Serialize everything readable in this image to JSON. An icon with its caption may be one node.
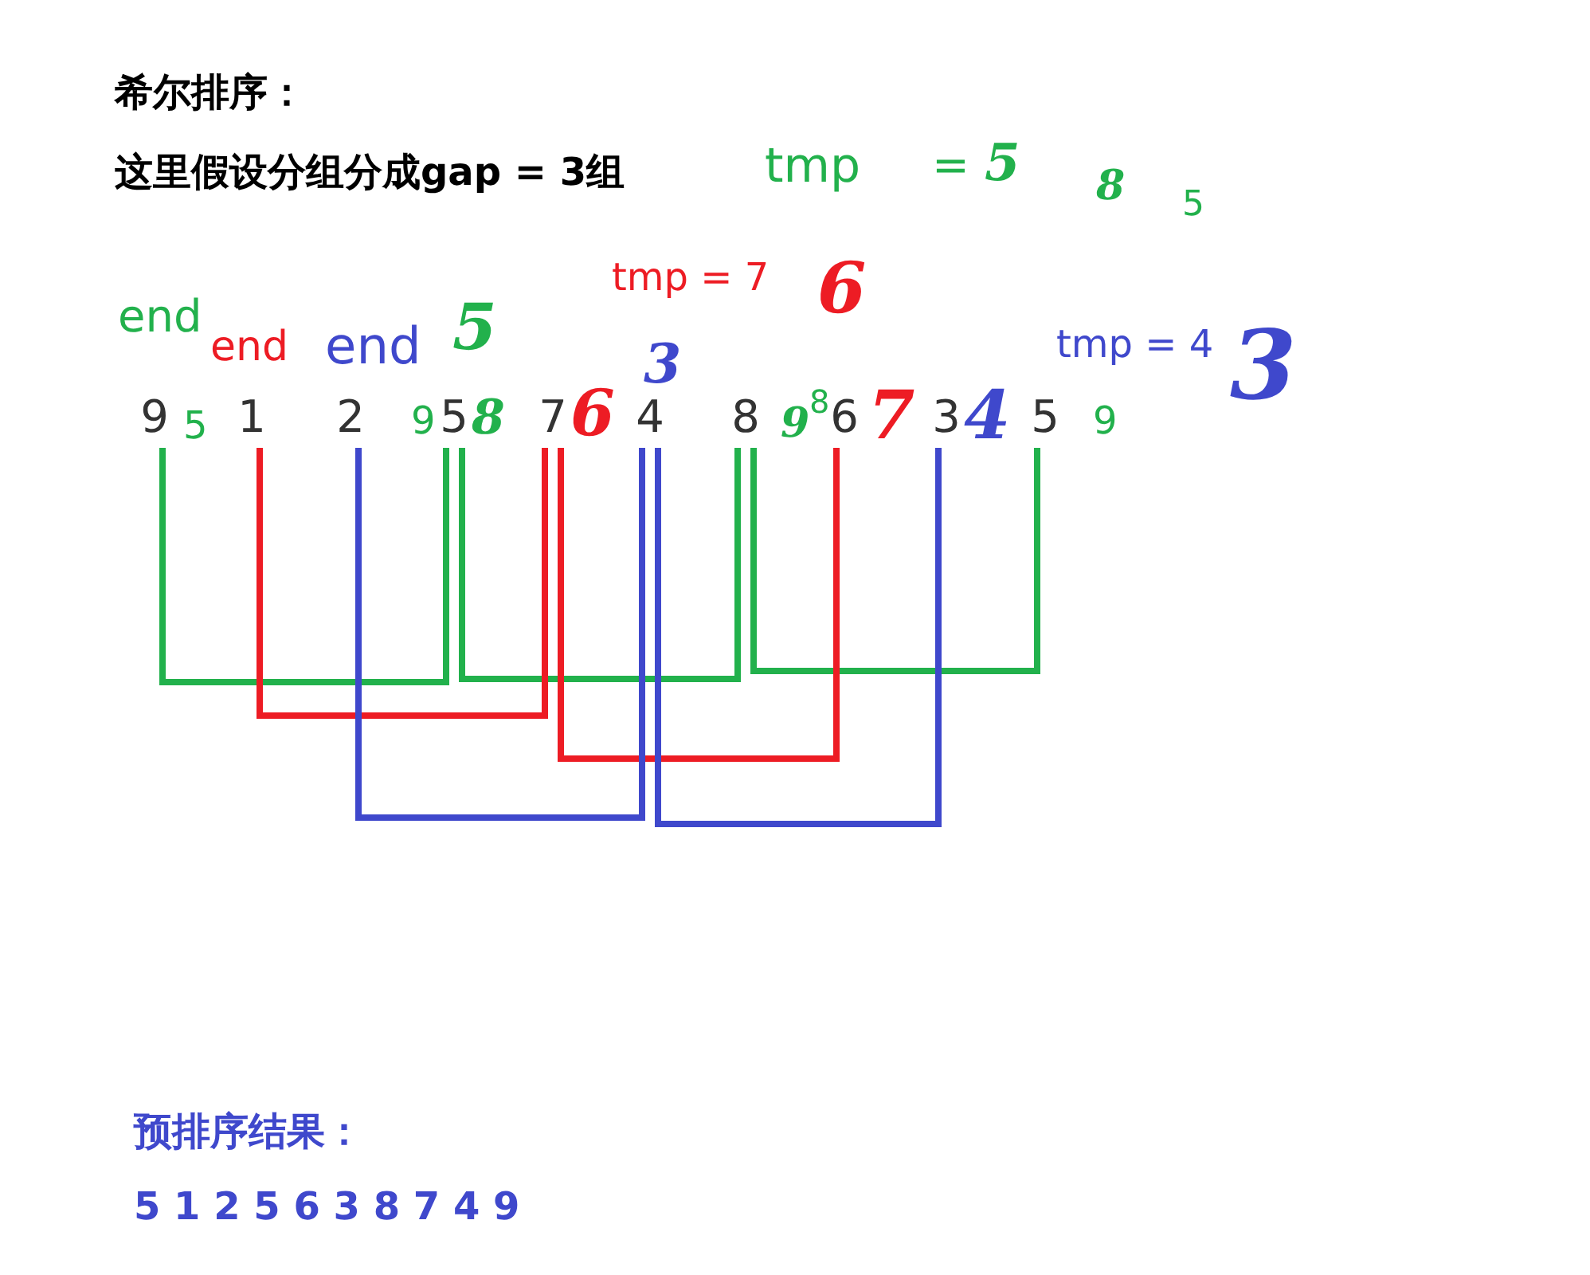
{
  "diagram": {
    "nodes": [
      {
        "text": [
          "9"
        ]
      },
      {
        "text": [
          "1"
        ]
      },
      {
        "text": [
          "2"
        ]
      },
      {
        "text": [
          "5"
        ]
      },
      {
        "text": [
          "7"
        ]
      },
      {
        "text": [
          "4"
        ]
      },
      {
        "text": [
          "8"
        ]
      },
      {
        "text": [
          "6"
        ]
      },
      {
        "text": [
          "3"
        ]
      },
      {
        "text": [
          "5"
        ]
      }
    ],
    "edges": [
      {
        "from": 0,
        "to": 3,
        "arrow": "none"
      },
      {
        "from": 3,
        "to": 6,
        "arrow": "none"
      },
      {
        "from": 6,
        "to": 9,
        "arrow": "none"
      },
      {
        "from": 1,
        "to": 4,
        "arrow": "none",
        "color": "#ed1c24"
      },
      {
        "from": 4,
        "to": 7,
        "arrow": "none",
        "color": "#ed1c24"
      },
      {
        "from": 2,
        "to": 5,
        "arrow": "none",
        "color": "#3f48cc"
      },
      {
        "from": 5,
        "to": 8,
        "arrow": "none",
        "color": "#3f48cc"
      }
    ],
    "labels": [
      "希尔排序：",
      "这里假设分组分成gap = 3组",
      "tmp",
      "=",
      "5",
      "8",
      "5",
      "tmp = 7",
      "6",
      "end",
      "end",
      "end",
      "5",
      "tmp = 4",
      "3",
      "3",
      "5",
      "9",
      "8",
      "6",
      "9",
      "8",
      "7",
      "4",
      "9",
      "预排序结果：",
      "5 1 2 5 6 3 8 7 4 9"
    ]
  }
}
